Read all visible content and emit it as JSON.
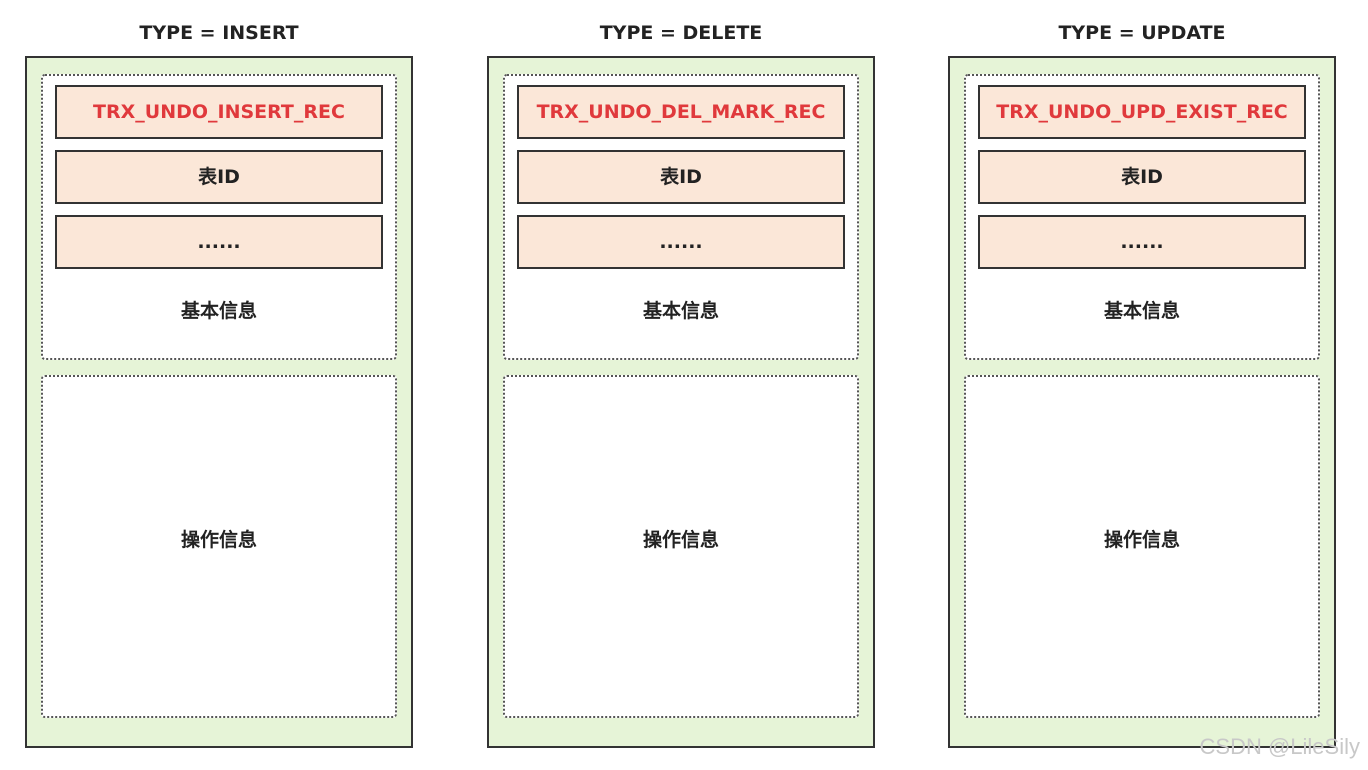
{
  "columns": [
    {
      "title": "TYPE = INSERT",
      "fields": [
        "TRX_UNDO_INSERT_REC",
        "表ID",
        "......"
      ],
      "basic_label": "基本信息",
      "op_label": "操作信息"
    },
    {
      "title": "TYPE = DELETE",
      "fields": [
        "TRX_UNDO_DEL_MARK_REC",
        "表ID",
        "......"
      ],
      "basic_label": "基本信息",
      "op_label": "操作信息"
    },
    {
      "title": "TYPE = UPDATE",
      "fields": [
        "TRX_UNDO_UPD_EXIST_REC",
        "表ID",
        "......"
      ],
      "basic_label": "基本信息",
      "op_label": "操作信息"
    }
  ],
  "colors": {
    "outer_fill": "#e6f4d7",
    "field_fill": "#fbe7d8",
    "type_text": "#e0393c",
    "border": "#333333"
  },
  "watermark": "CSDN @LileSily"
}
